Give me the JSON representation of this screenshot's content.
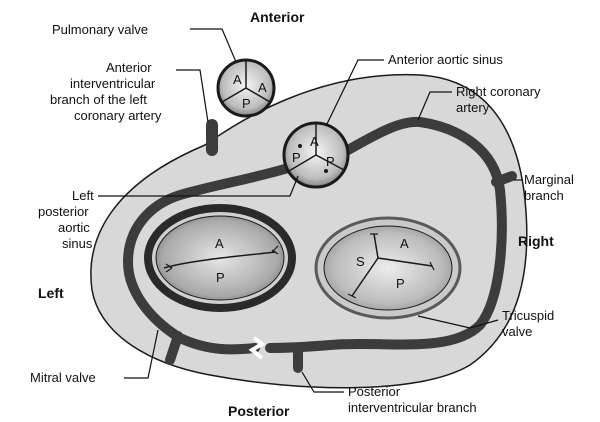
{
  "orientation": {
    "anterior": "Anterior",
    "posterior": "Posterior",
    "left": "Left",
    "right": "Right"
  },
  "labels": {
    "pulmonary_valve": "Pulmonary valve",
    "anterior_interventricular": [
      "Anterior",
      "interventricular",
      "branch of the left",
      "coronary artery"
    ],
    "anterior_aortic_sinus": "Anterior aortic sinus",
    "right_coronary_artery": [
      "Right coronary",
      "artery"
    ],
    "left_posterior_aortic_sinus": [
      "Left",
      "posterior",
      "aortic",
      "sinus"
    ],
    "marginal_branch": [
      "Marginal",
      "branch"
    ],
    "tricuspid_valve": [
      "Tricuspid",
      "valve"
    ],
    "mitral_valve": "Mitral valve",
    "posterior_interventricular": [
      "Posterior",
      "interventricular branch"
    ]
  },
  "cusps": {
    "pulmonary": [
      "A",
      "A",
      "P"
    ],
    "aortic": [
      "A",
      "P",
      "P"
    ],
    "mitral": [
      "A",
      "P"
    ],
    "tricuspid": [
      "S",
      "A",
      "P"
    ]
  },
  "colors": {
    "heart_fill": "#d8d8d8",
    "artery": "#3c3c3c",
    "outline": "#1a1a1a"
  }
}
